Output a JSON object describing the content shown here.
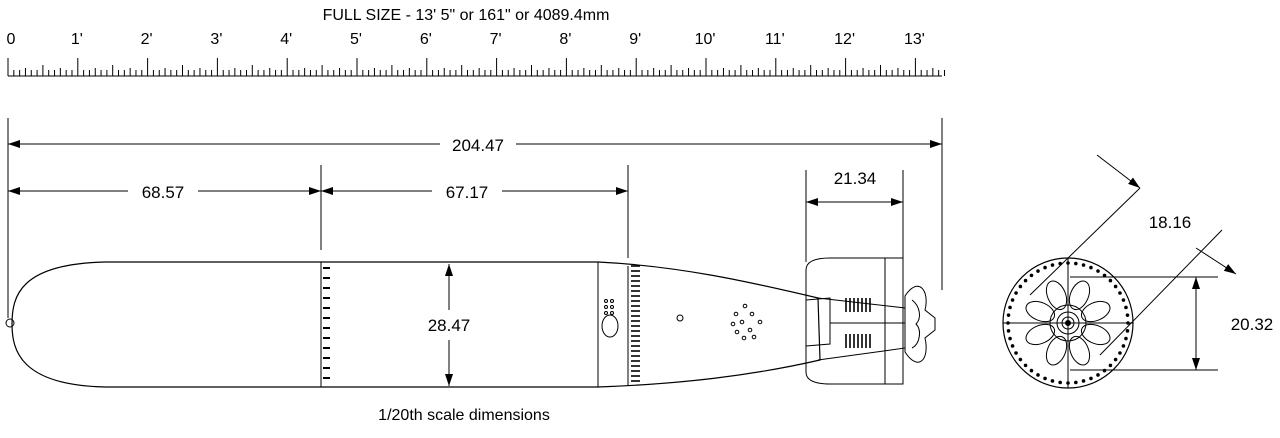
{
  "ruler": {
    "title": "FULL SIZE - 13' 5\" or 161\" or 4089.4mm",
    "labels": [
      "0",
      "1'",
      "2'",
      "3'",
      "4'",
      "5'",
      "6'",
      "7'",
      "8'",
      "9'",
      "10'",
      "11'",
      "12'",
      "13'"
    ]
  },
  "side_view": {
    "overall_length": "204.47",
    "nose_section_length": "68.57",
    "mid_section_length": "67.17",
    "tail_fin_length": "21.34",
    "body_diameter": "28.47"
  },
  "end_view": {
    "fin_span_diagonal": "18.16",
    "fin_span_vertical": "20.32"
  },
  "caption": "1/20th scale dimensions"
}
